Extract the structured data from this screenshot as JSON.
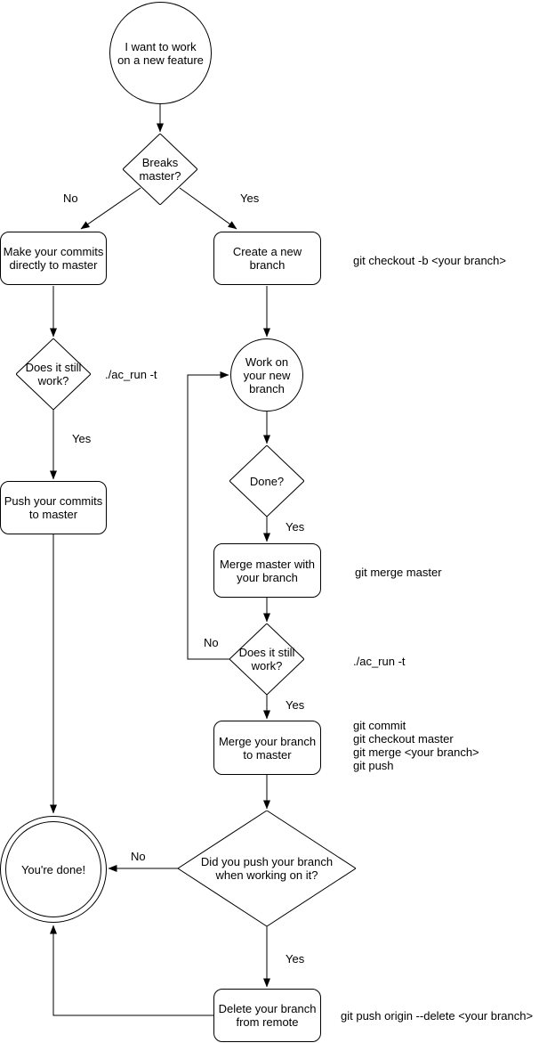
{
  "diagram": {
    "title": "git feature workflow flowchart",
    "stroke_color": "#000000",
    "fill_color": "#ffffff",
    "text_color": "#000000"
  },
  "nodes": {
    "start": {
      "label": "I want to work on a new feature",
      "shape": "circle"
    },
    "breaks_master": {
      "label": "Breaks master?",
      "shape": "diamond"
    },
    "make_commits": {
      "label": "Make your commits directly to master",
      "shape": "rounded-rect"
    },
    "create_branch": {
      "label": "Create a new branch",
      "shape": "rounded-rect"
    },
    "does_it_work_1": {
      "label": "Does it still work?",
      "shape": "diamond"
    },
    "work_branch": {
      "label": "Work on your new branch",
      "shape": "circle"
    },
    "push_commits": {
      "label": "Push your commits to master",
      "shape": "rounded-rect"
    },
    "done": {
      "label": "Done?",
      "shape": "diamond"
    },
    "merge_master": {
      "label": "Merge master with your branch",
      "shape": "rounded-rect"
    },
    "does_it_work_2": {
      "label": "Does it still work?",
      "shape": "diamond"
    },
    "merge_branch": {
      "label": "Merge your branch to master",
      "shape": "rounded-rect"
    },
    "did_push": {
      "label": "Did you push your branch when working on it?",
      "shape": "diamond"
    },
    "youre_done": {
      "label": "You're done!",
      "shape": "double-circle"
    },
    "delete_branch": {
      "label": "Delete your branch from remote",
      "shape": "rounded-rect"
    }
  },
  "edge_labels": {
    "breaks_no": "No",
    "breaks_yes": "Yes",
    "work1_yes": "Yes",
    "done_yes": "Yes",
    "work2_no": "No",
    "work2_yes": "Yes",
    "push_no": "No",
    "push_yes": "Yes"
  },
  "annotations": {
    "checkout_branch": "git checkout -b <your branch>",
    "ac_run_1": "./ac_run -t",
    "merge_master_cmd": "git merge master",
    "ac_run_2": "./ac_run -t",
    "merge_branch_cmds": "git commit\ngit checkout master\ngit merge <your branch>\ngit push",
    "delete_remote_cmd": "git push origin --delete <your branch>"
  }
}
